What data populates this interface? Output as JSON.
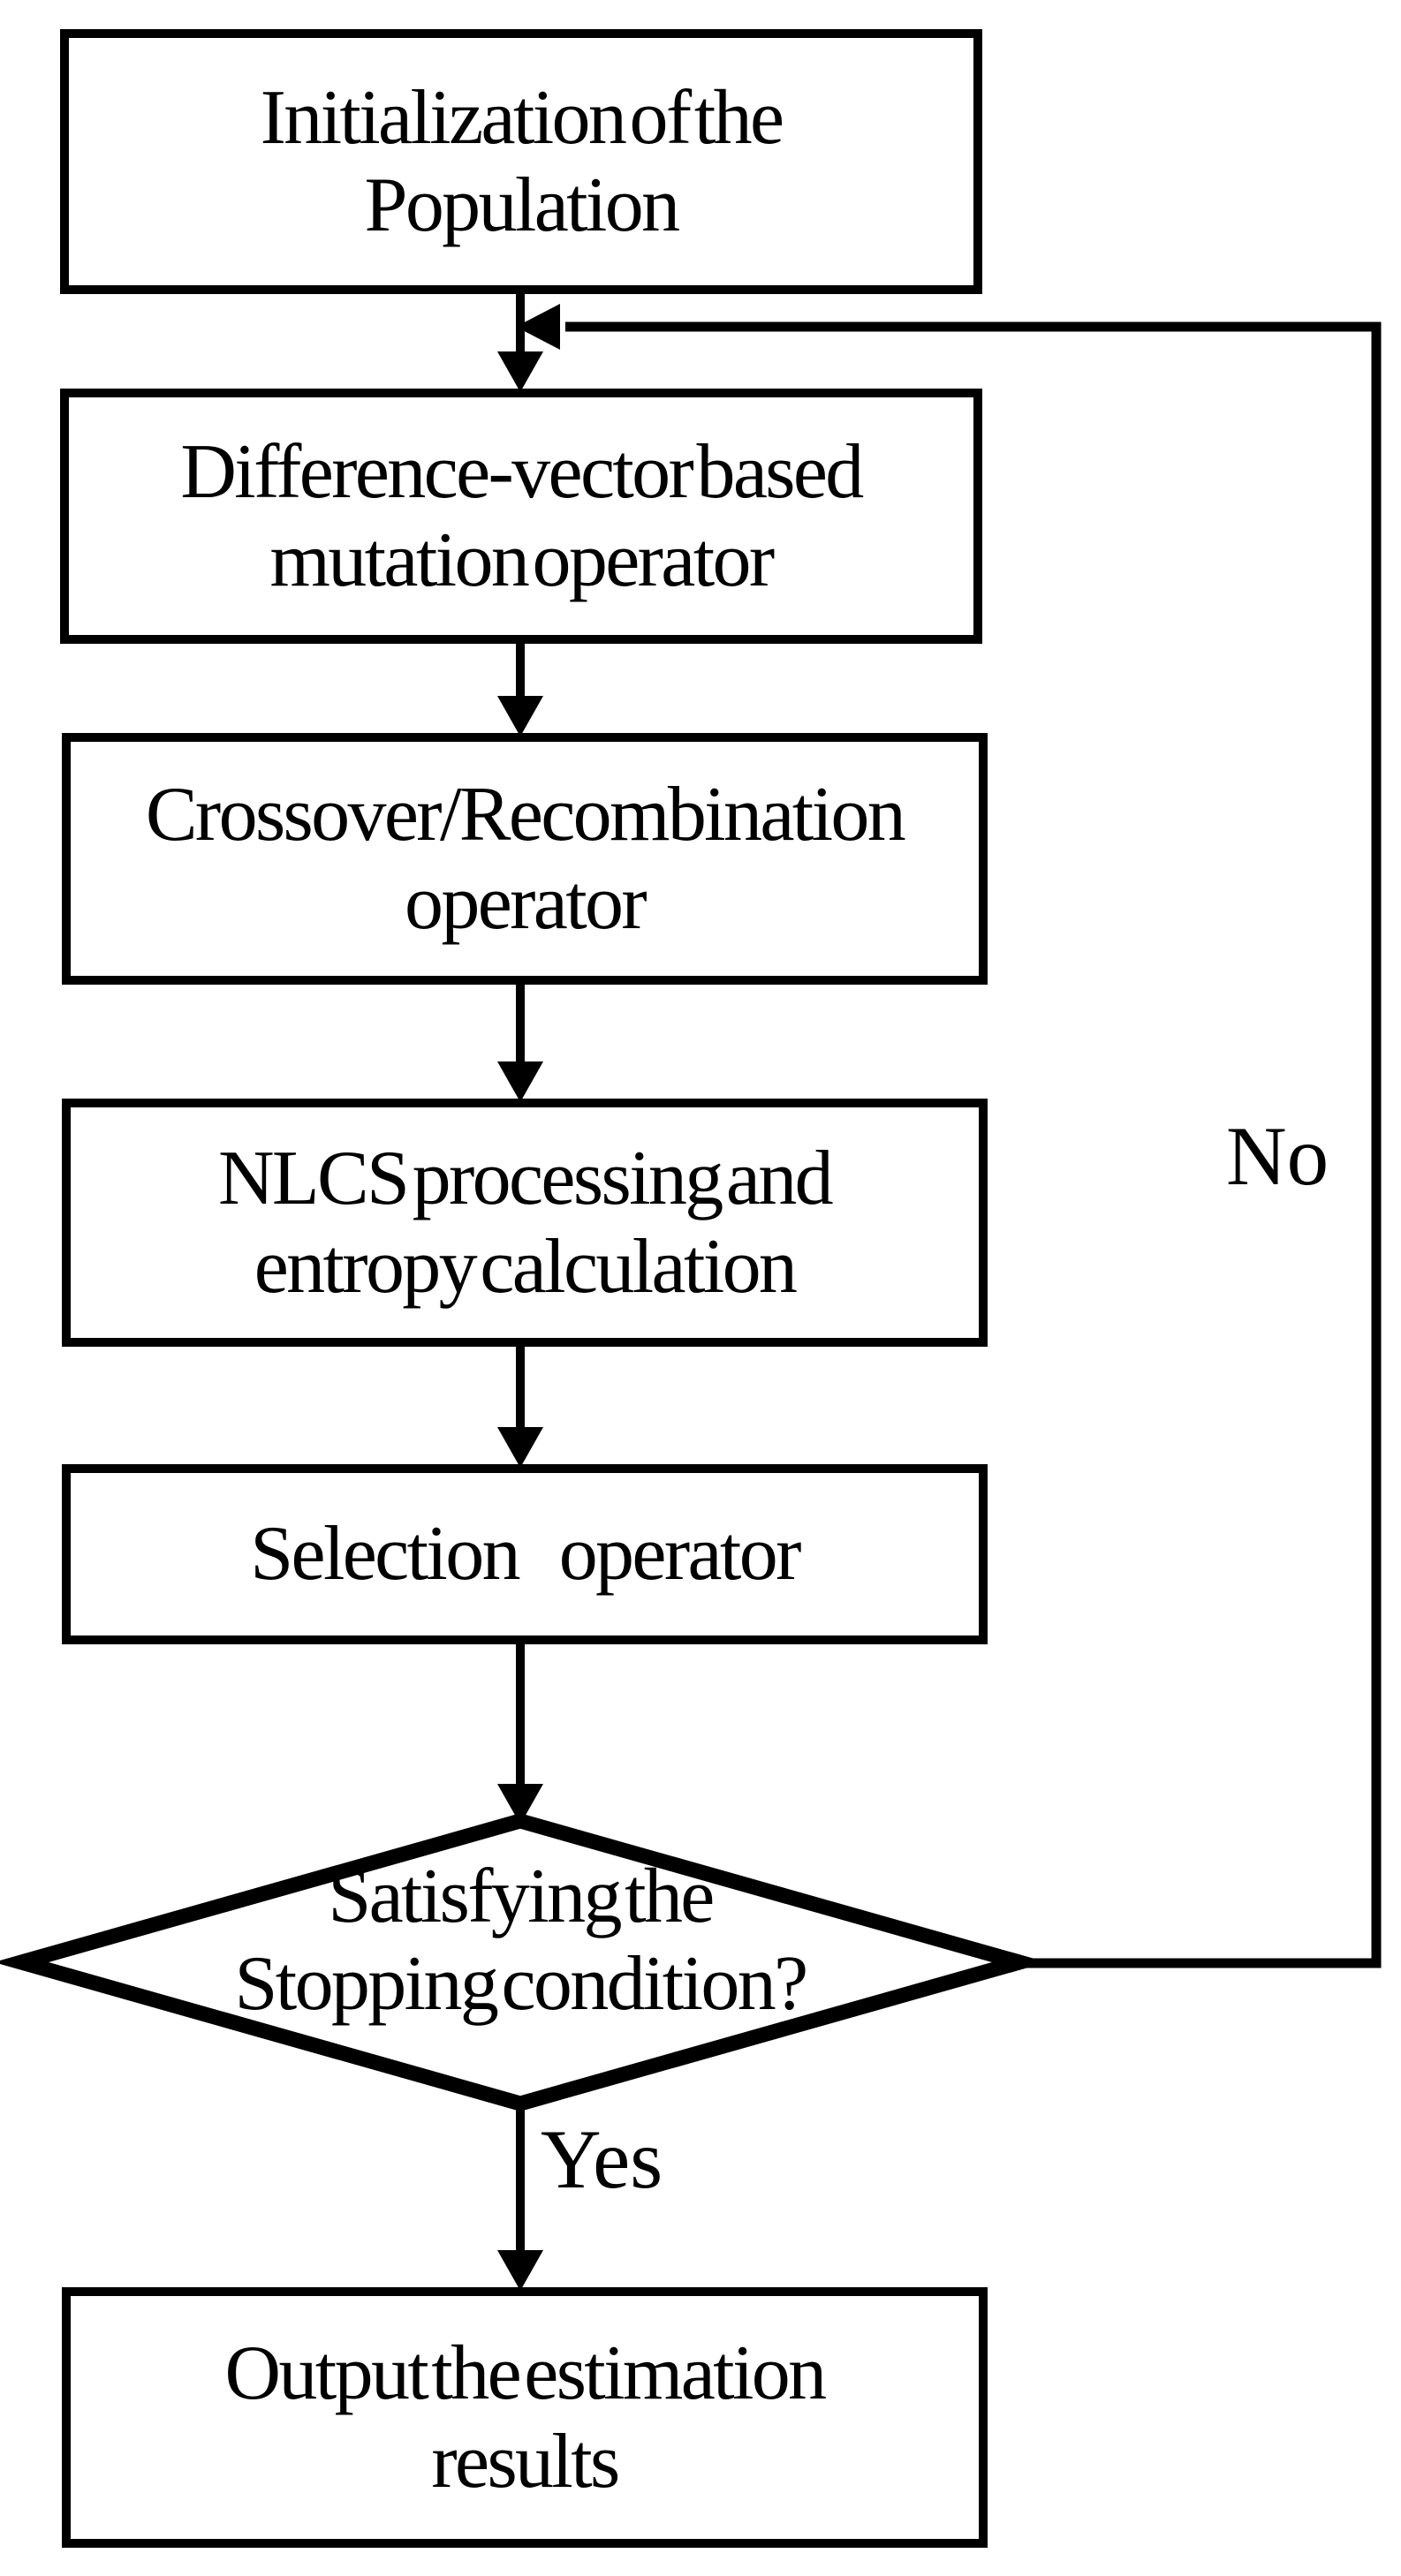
{
  "flowchart": {
    "nodes": {
      "init": {
        "lines": [
          "Initialization of the",
          "Population"
        ]
      },
      "mutation": {
        "lines": [
          "Difference-vector based",
          "mutation operator"
        ]
      },
      "crossover": {
        "lines": [
          "Crossover/Recombination",
          "operator"
        ]
      },
      "nlcs": {
        "lines": [
          "NLCS processing and",
          "entropy calculation"
        ]
      },
      "selection": {
        "lines": [
          "Selection  operator"
        ]
      },
      "decision": {
        "lines": [
          "Satisfying the",
          "Stopping condition?"
        ]
      },
      "output": {
        "lines": [
          "Output the estimation",
          "results"
        ]
      }
    },
    "edge_labels": {
      "yes": "Yes",
      "no": "No"
    },
    "colors": {
      "stroke": "#000000",
      "background": "#ffffff"
    }
  }
}
